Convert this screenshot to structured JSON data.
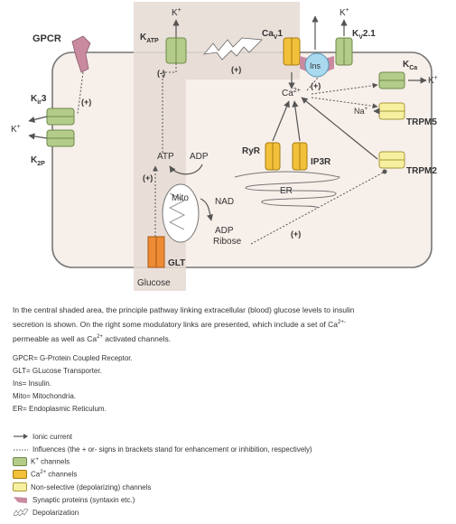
{
  "diagram": {
    "gpcr": "GPCR",
    "k_top_left": "K",
    "k_top_left_sup": "+",
    "katp": "K",
    "katp_sub": "ATP",
    "cav1": "Ca",
    "cav1_sub": "V",
    "cav1_num": "1",
    "k_top_right": "K",
    "k_top_right_sup": "+",
    "kv21": "K",
    "kv21_sub": "V",
    "kv21_num": "2.1",
    "ins": "Ins",
    "kca": "K",
    "kca_sub": "Ca",
    "k_kca": "K",
    "k_kca_sup": "+",
    "ca_center": "Ca",
    "ca_center_sup": "2+",
    "plus_ins": "(+)",
    "na": "Na",
    "na_sup": "+",
    "trpm5": "TRPM5",
    "kir3": "K",
    "kir3_sub": "ir",
    "kir3_num": "3",
    "plus_kir": "(+)",
    "k_left": "K",
    "k_left_sup": "+",
    "k2p": "K",
    "k2p_sub": "2P",
    "minus_katp": "(-)",
    "plus_depol": "(+)",
    "ryr": "RyR",
    "ip3r": "IP3R",
    "er": "ER",
    "trpm2": "TRPM2",
    "atp": "ATP",
    "adp": "ADP",
    "plus_glc": "(+)",
    "mito": "Mito",
    "nad": "NAD",
    "adp_ribose_1": "ADP",
    "adp_ribose_2": "Ribose",
    "plus_bottom": "(+)",
    "glt": "GLT",
    "glucose": "Glucose"
  },
  "caption": {
    "line1": "In the central shaded area, the principle pathway linking extracellular (blood) glucose levels to insulin",
    "line2a": "secretion is shown. On the right some modulatory links are presented, which include a set of Ca",
    "line2_sup": "2+-",
    "line3a": "permeable as well as Ca",
    "line3_sup": "2+",
    "line3b": " activated channels."
  },
  "abbreviations": [
    "GPCR= G-Protein Coupled Receptor.",
    "GLT= GLucose Transporter.",
    "Ins= Insulin.",
    "Mito= Mitochondria.",
    "ER= Endoplasmic Reticulum."
  ],
  "legend": {
    "ionic": "Ionic current",
    "influences": "Influences (the + or- signs in brackets stand for enhancement or inhibition, respectively)",
    "k_pre": "K",
    "k_sup": "+",
    "k_post": " channels",
    "ca_pre": "Ca",
    "ca_sup": "2+",
    "ca_post": " channels",
    "nonselective": "Non-selective (depolarizing) channels",
    "synaptic": "Synaptic proteins (syntaxin etc.)",
    "depol": "Depolarization"
  },
  "colors": {
    "k_channel": "#b3cc8a",
    "ca_channel": "#f2c13a",
    "nonselective": "#f7f0a0",
    "synaptic": "#c98aa0",
    "cell_fill": "#f7efea",
    "shaded": "#e8ddd6",
    "glt": "#ee8b35",
    "ins": "#a9d9ef"
  }
}
